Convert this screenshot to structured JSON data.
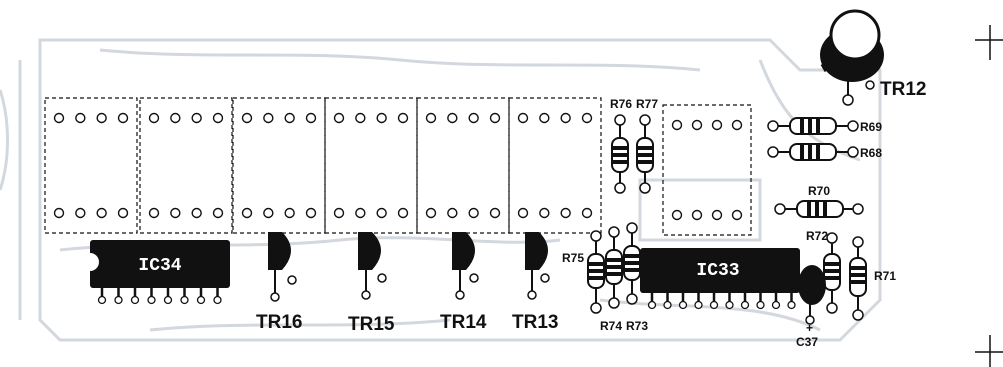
{
  "diagram": {
    "transistors_large": [
      {
        "label": "TR12"
      }
    ],
    "transistors_small": [
      {
        "label": "TR16"
      },
      {
        "label": "TR15"
      },
      {
        "label": "TR14"
      },
      {
        "label": "TR13"
      }
    ],
    "ics": [
      {
        "label": "IC34"
      },
      {
        "label": "IC33"
      }
    ],
    "resistors_vertical": [
      {
        "label": "R76"
      },
      {
        "label": "R77"
      },
      {
        "label": "R75"
      },
      {
        "label": "R74"
      },
      {
        "label": "R73"
      },
      {
        "label": "R72"
      },
      {
        "label": "R71"
      }
    ],
    "resistors_horizontal": [
      {
        "label": "R69"
      },
      {
        "label": "R68"
      },
      {
        "label": "R70"
      }
    ],
    "capacitor": {
      "label": "C37",
      "polarity": "+"
    },
    "colors": {
      "ink": "#111111",
      "trace": "#c9cfd6",
      "paper": "#ffffff"
    }
  }
}
